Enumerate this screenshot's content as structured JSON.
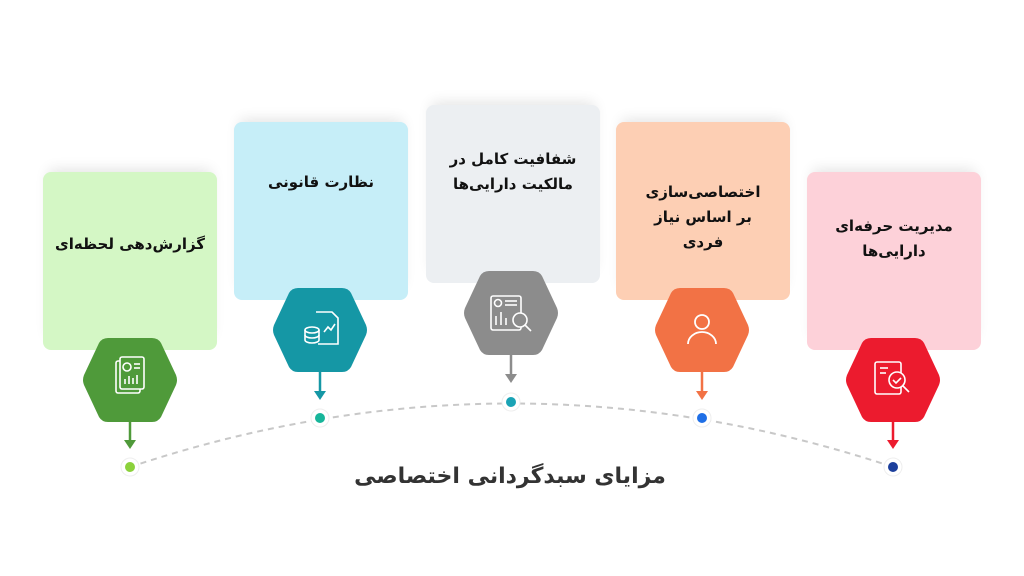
{
  "title": "مزایای سبدگردانی اختصاصی",
  "items": [
    {
      "label": "گزارش‌دهی لحظه‌ای",
      "icon": "report-chart-icon",
      "card_color": "#d4f7c5",
      "hex_color": "#4f9a3a",
      "dot_color": "#8bd13b"
    },
    {
      "label": "نظارت قانونی",
      "icon": "document-coins-icon",
      "card_color": "#c6eef8",
      "hex_color": "#1597a5",
      "dot_color": "#17b59a"
    },
    {
      "label": "شفافیت کامل در مالکیت دارایی‌ها",
      "icon": "financial-report-search-icon",
      "card_color": "#eceff2",
      "hex_color": "#8c8c8c",
      "dot_color": "#1aa3b5"
    },
    {
      "label": "اختصاصی‌سازی بر اساس نیاز فردی",
      "icon": "user-icon",
      "card_color": "#fdcfb4",
      "hex_color": "#f27245",
      "dot_color": "#1f6fe6"
    },
    {
      "label": "مدیریت حرفه‌ای دارایی‌ها",
      "icon": "asset-search-icon",
      "card_color": "#fdd1d9",
      "hex_color": "#ec1b2e",
      "dot_color": "#1c3f9c"
    }
  ]
}
